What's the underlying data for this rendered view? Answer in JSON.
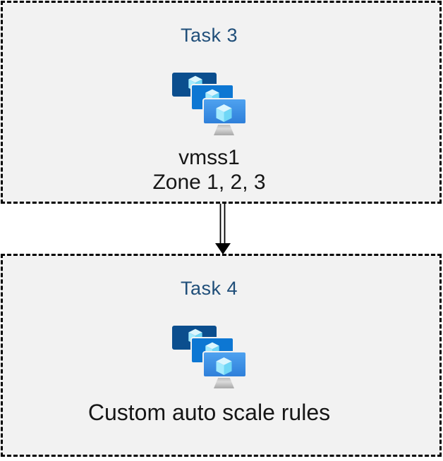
{
  "diagram": {
    "type": "task-flow",
    "boxes": [
      {
        "title": "Task 3",
        "icon": "azure-vm-scale-sets",
        "lines": [
          "vmss1",
          "Zone 1, 2, 3"
        ]
      },
      {
        "title": "Task 4",
        "icon": "azure-vm-scale-sets",
        "lines": [
          "Custom auto scale rules"
        ]
      }
    ],
    "connector": {
      "style": "double-line-arrow",
      "direction": "down"
    },
    "colors": {
      "title_text": "#1F4E79",
      "label_text": "#161616",
      "box_background": "#F2F2F2",
      "box_border": "#000000",
      "monitor_back": "#0B4E8E",
      "monitor_middle": "#0D77D3",
      "monitor_front_top": "#4FA3F0",
      "monitor_front_bottom": "#2E7FD9",
      "cube_top": "#DCF6FE",
      "cube_left": "#A3EBFE",
      "cube_right": "#70D7F6",
      "stand_top": "#DADADA",
      "stand_bottom": "#A8A8A8"
    }
  }
}
